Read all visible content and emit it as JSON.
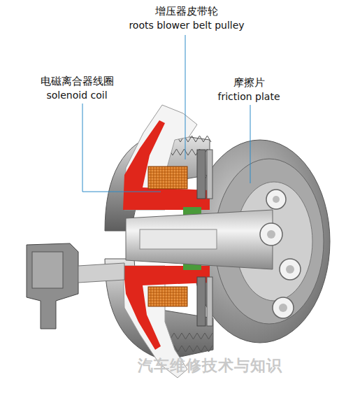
{
  "diagram": {
    "labels": [
      "增压器皮带轮",
      "roots blower belt pulley",
      "电磁离合器线圈",
      "solenoid coil",
      "摩擦片",
      "friction plate",
      "汽车维修技术与知识"
    ]
  }
}
